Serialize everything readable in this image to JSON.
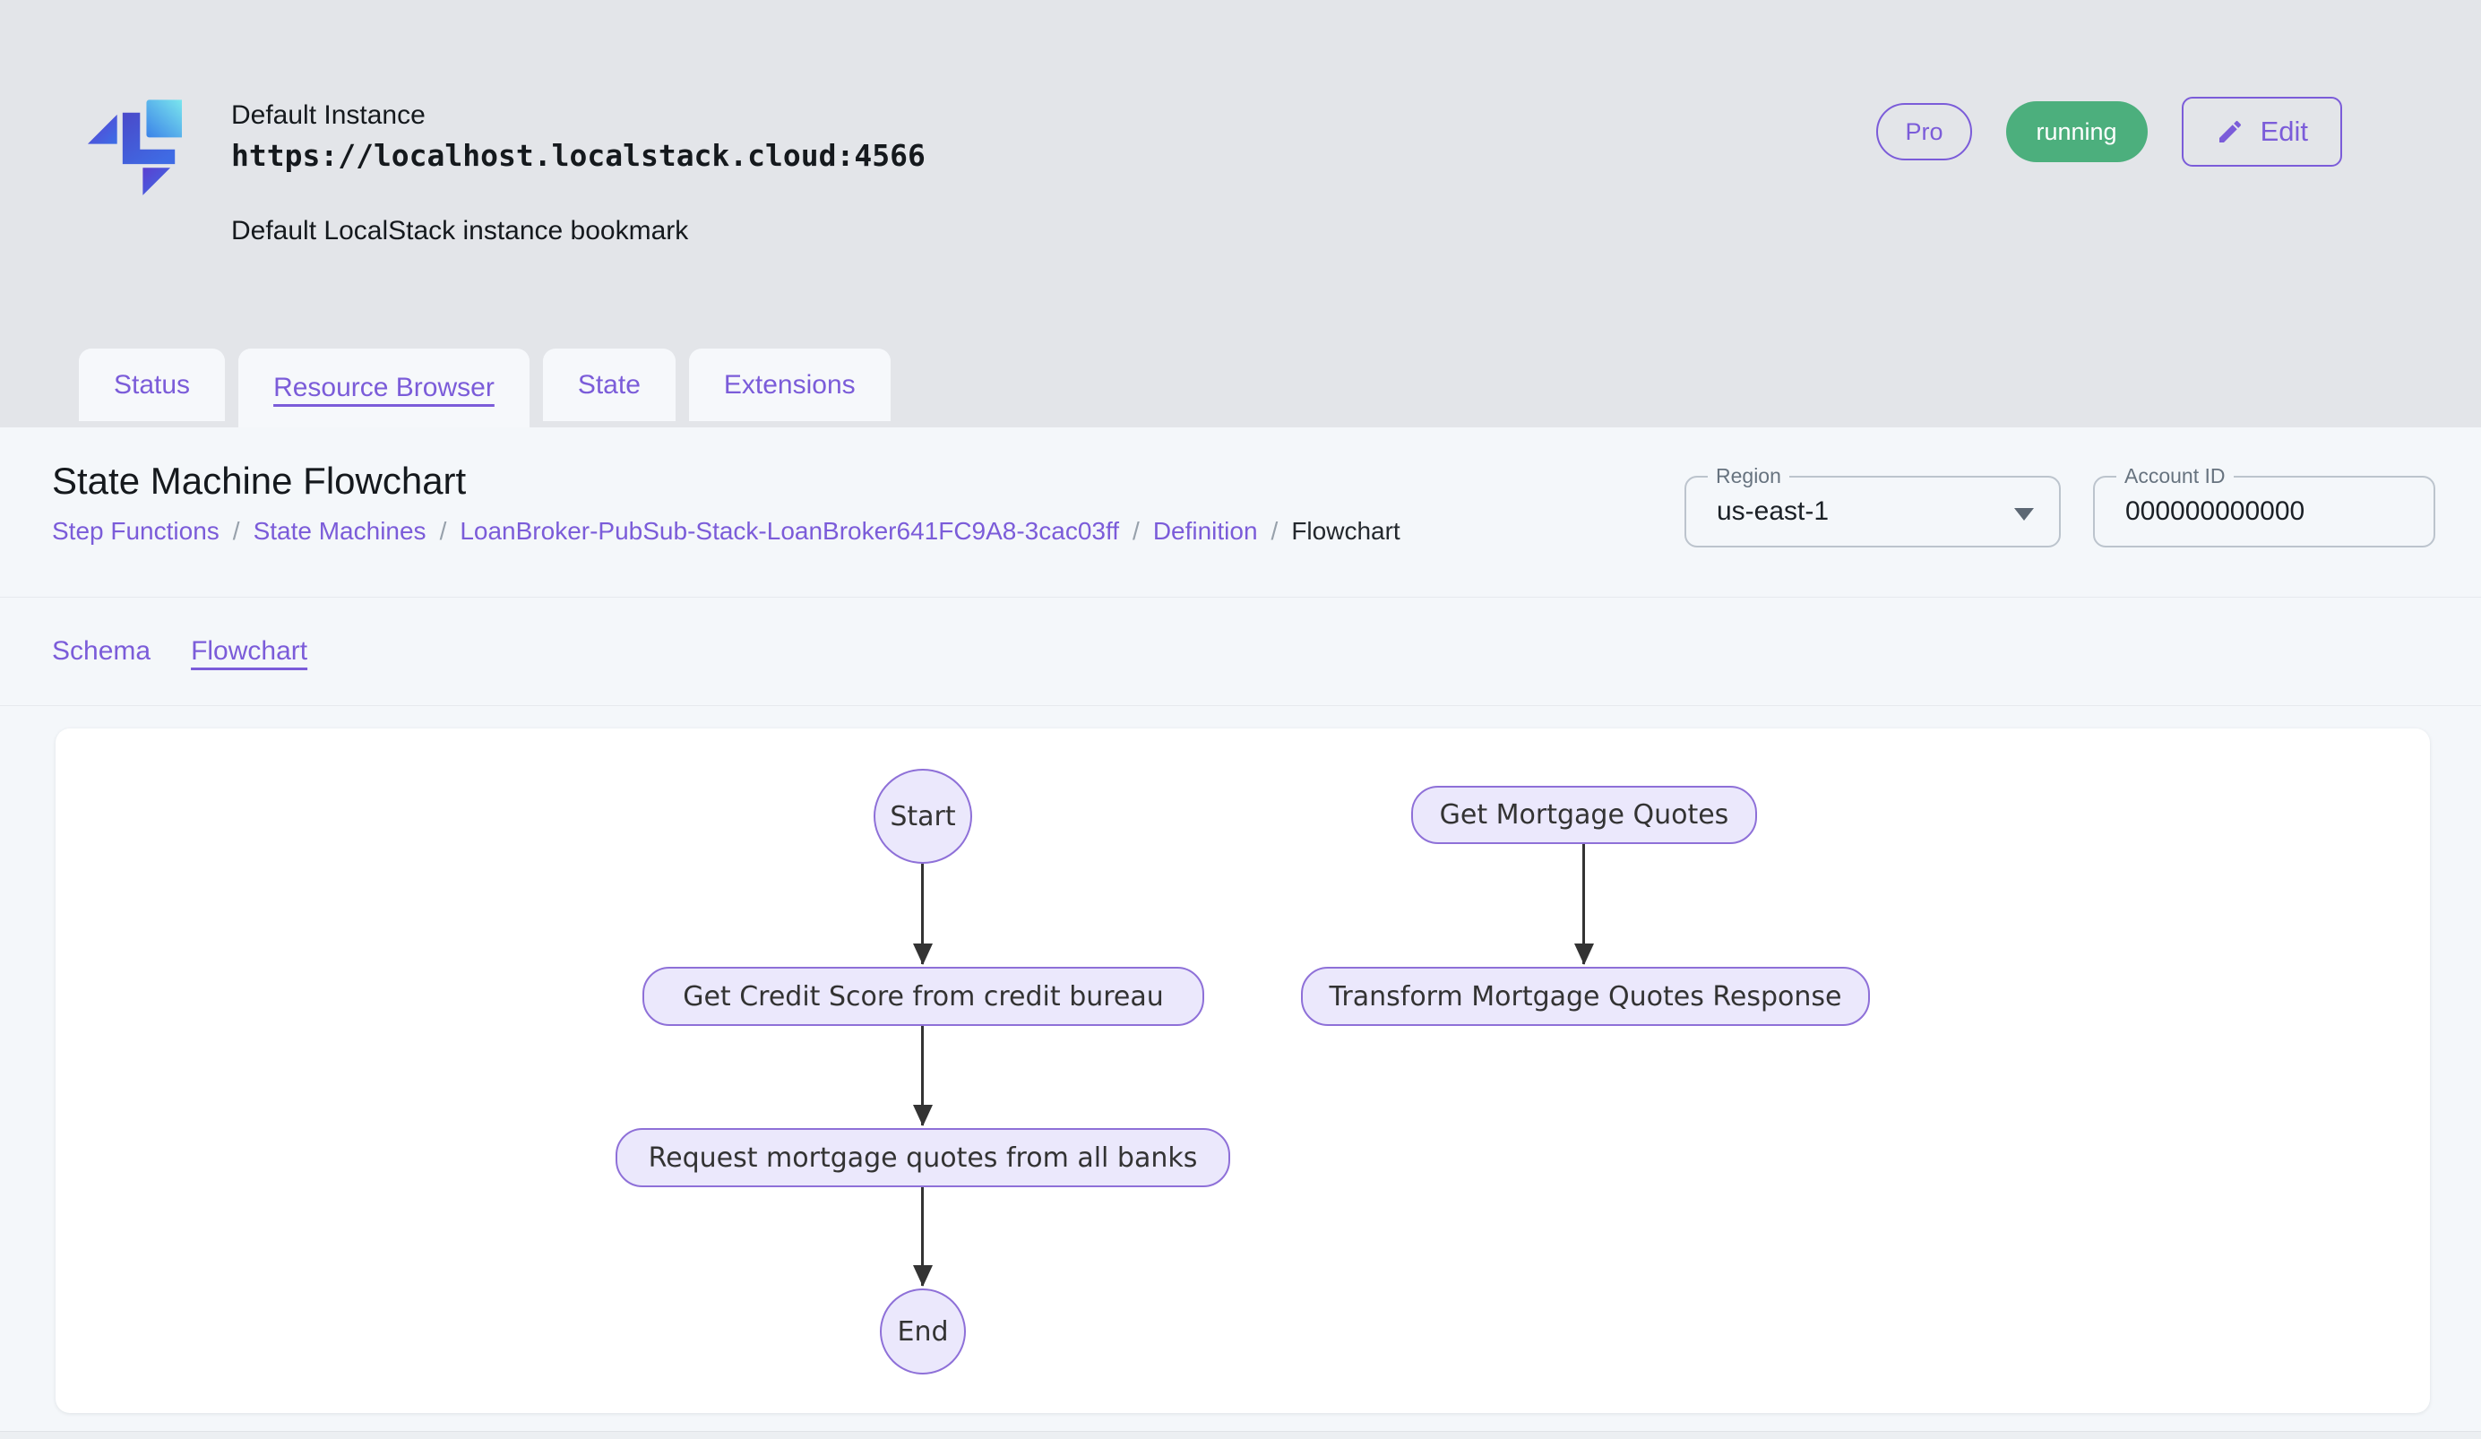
{
  "header": {
    "instance_name": "Default Instance",
    "instance_url": "https://localhost.localstack.cloud:4566",
    "instance_description": "Default LocalStack instance bookmark",
    "pro_badge": "Pro",
    "status_badge": "running",
    "edit_button": "Edit"
  },
  "tabs": [
    {
      "label": "Status",
      "active": false
    },
    {
      "label": "Resource Browser",
      "active": true
    },
    {
      "label": "State",
      "active": false
    },
    {
      "label": "Extensions",
      "active": false
    }
  ],
  "page": {
    "title": "State Machine Flowchart",
    "breadcrumb_separator": "/",
    "breadcrumb": [
      {
        "label": "Step Functions"
      },
      {
        "label": "State Machines"
      },
      {
        "label": "LoanBroker-PubSub-Stack-LoanBroker641FC9A8-3cac03ff"
      },
      {
        "label": "Definition"
      },
      {
        "label": "Flowchart"
      }
    ],
    "region": {
      "label": "Region",
      "value": "us-east-1"
    },
    "account_id": {
      "label": "Account ID",
      "value": "000000000000"
    },
    "subtabs": [
      {
        "label": "Schema",
        "active": false
      },
      {
        "label": "Flowchart",
        "active": true
      }
    ]
  },
  "flowchart": {
    "nodes": [
      {
        "id": "start",
        "label": "Start",
        "shape": "circle"
      },
      {
        "id": "get_credit_score",
        "label": "Get Credit Score from credit bureau",
        "shape": "rounded"
      },
      {
        "id": "request_quotes",
        "label": "Request mortgage quotes from all banks",
        "shape": "rounded"
      },
      {
        "id": "end",
        "label": "End",
        "shape": "circle"
      },
      {
        "id": "get_mortgage_quotes",
        "label": "Get Mortgage Quotes",
        "shape": "rounded"
      },
      {
        "id": "transform_response",
        "label": "Transform Mortgage Quotes Response",
        "shape": "rounded"
      }
    ],
    "edges": [
      {
        "from": "start",
        "to": "get_credit_score"
      },
      {
        "from": "get_credit_score",
        "to": "request_quotes"
      },
      {
        "from": "request_quotes",
        "to": "end"
      },
      {
        "from": "get_mortgage_quotes",
        "to": "transform_response"
      }
    ]
  },
  "colors": {
    "accent_purple": "#7b5cd9",
    "badge_green": "#4caf7d",
    "header_background": "#e3e5e9",
    "panel_background": "#f4f7fa",
    "node_fill": "#ebe8fc",
    "node_border": "#8e70d8",
    "arrow": "#333333"
  }
}
